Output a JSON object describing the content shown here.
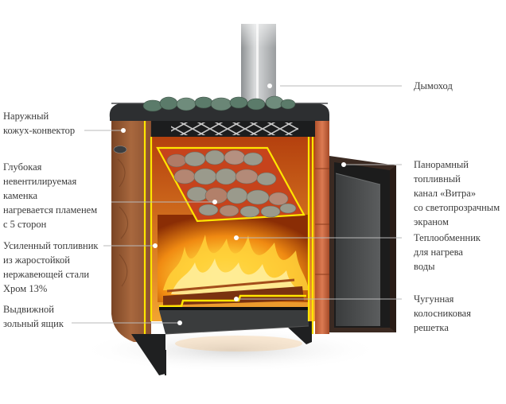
{
  "diagram": {
    "subject": "Sauna stove cutaway",
    "colors": {
      "casing": "#9a5a32",
      "casing_dark": "#6e3c1f",
      "tile": "#c9663f",
      "top": "#2d2f31",
      "fire": "#f6a81c",
      "outline": "#ffe600",
      "leader_line": "#b9b9b9",
      "text": "#3a3a3a"
    },
    "labels_left": [
      {
        "id": "outer-casing",
        "lines": [
          "Наружный",
          "кожух-конвектор"
        ]
      },
      {
        "id": "stone-chamber",
        "lines": [
          "Глубокая",
          "невентилируемая",
          "каменка",
          "нагревается пламенем",
          "с 5 сторон"
        ]
      },
      {
        "id": "firebox",
        "lines": [
          "Усиленный топливник",
          "из жаростойкой",
          "нержавеющей стали",
          "Хром 13%"
        ]
      },
      {
        "id": "ash-drawer",
        "lines": [
          "Выдвижной",
          "зольный ящик"
        ]
      }
    ],
    "labels_right": [
      {
        "id": "chimney",
        "lines": [
          "Дымоход"
        ]
      },
      {
        "id": "fuel-channel",
        "lines": [
          "Панорамный",
          "топливный",
          "канал «Витра»",
          "со светопрозрачным",
          "экраном"
        ]
      },
      {
        "id": "heat-exchanger",
        "lines": [
          "Теплообменник",
          "для нагрева",
          "воды"
        ]
      },
      {
        "id": "grate",
        "lines": [
          "Чугунная",
          "колосниковая",
          "решетка"
        ]
      }
    ]
  }
}
